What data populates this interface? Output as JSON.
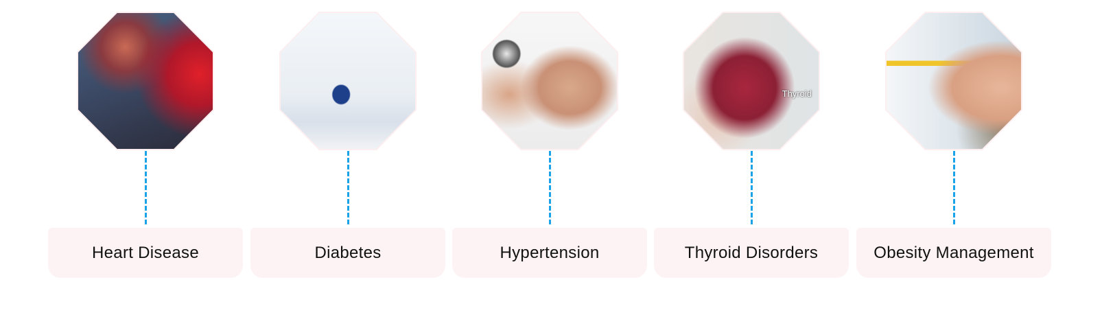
{
  "conditions": [
    {
      "label": "Heart Disease",
      "image": "heart-disease-photo"
    },
    {
      "label": "Diabetes",
      "image": "glucose-meter-photo"
    },
    {
      "label": "Hypertension",
      "image": "blood-pressure-photo"
    },
    {
      "label": "Thyroid Disorders",
      "image": "thyroid-gland-photo",
      "image_caption": "Thyroid"
    },
    {
      "label": "Obesity Management",
      "image": "waist-measurement-photo"
    }
  ],
  "colors": {
    "connector": "#1aa3e8",
    "card_bg": "#fdf3f4",
    "frame": "#fdeef0"
  }
}
